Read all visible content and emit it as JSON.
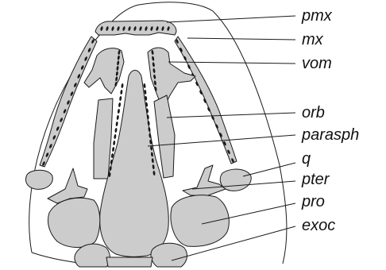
{
  "labels": {
    "pmx": "pmx",
    "mx": "mx",
    "vom": "vom",
    "orb": "orb",
    "parasph": "parasph",
    "q": "q",
    "pter": "pter",
    "pro": "pro",
    "exoc": "exoc"
  },
  "colors": {
    "bone_fill": "#cccccc",
    "line": "#1a1a1a",
    "background": "#ffffff"
  }
}
